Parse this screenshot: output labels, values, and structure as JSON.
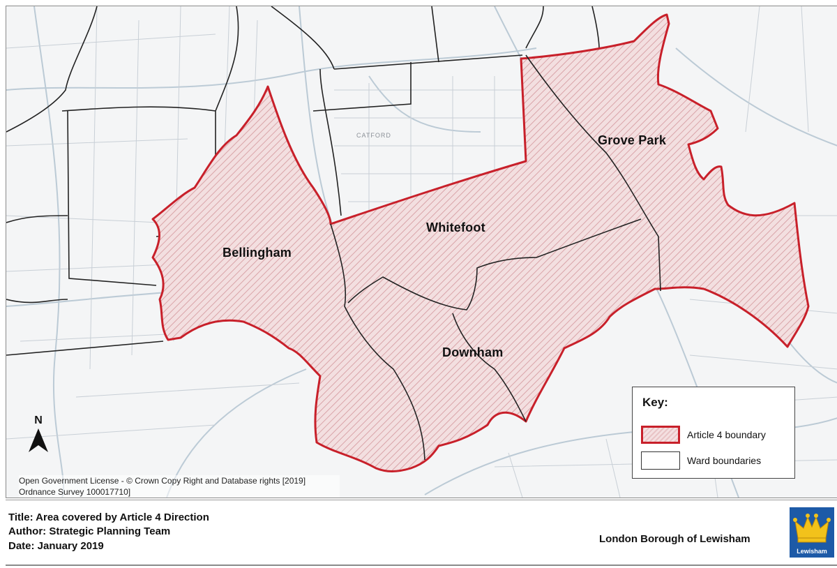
{
  "map": {
    "wards": [
      "Bellingham",
      "Whitefoot",
      "Grove Park",
      "Downham"
    ],
    "place_label": "CATFORD",
    "north_label": "N",
    "copyright": "Open Government License - © Crown Copy Right and Database rights [2019] Ordnance Survey 100017710]",
    "colors": {
      "article4_border": "#c8202a",
      "article4_fill": "#e9c4c6",
      "ward_border": "#222222",
      "road": "#9fb3c2"
    },
    "key": {
      "title": "Key:",
      "items": [
        {
          "label": "Article 4 boundary"
        },
        {
          "label": "Ward boundaries"
        }
      ]
    }
  },
  "title_block": {
    "title": "Title: Area covered by Article 4 Direction",
    "author": "Author: Strategic Planning Team",
    "date": "Date: January 2019",
    "organisation": "London Borough of Lewisham",
    "logo_text": "Lewisham",
    "logo_icon": "crown-icon"
  }
}
